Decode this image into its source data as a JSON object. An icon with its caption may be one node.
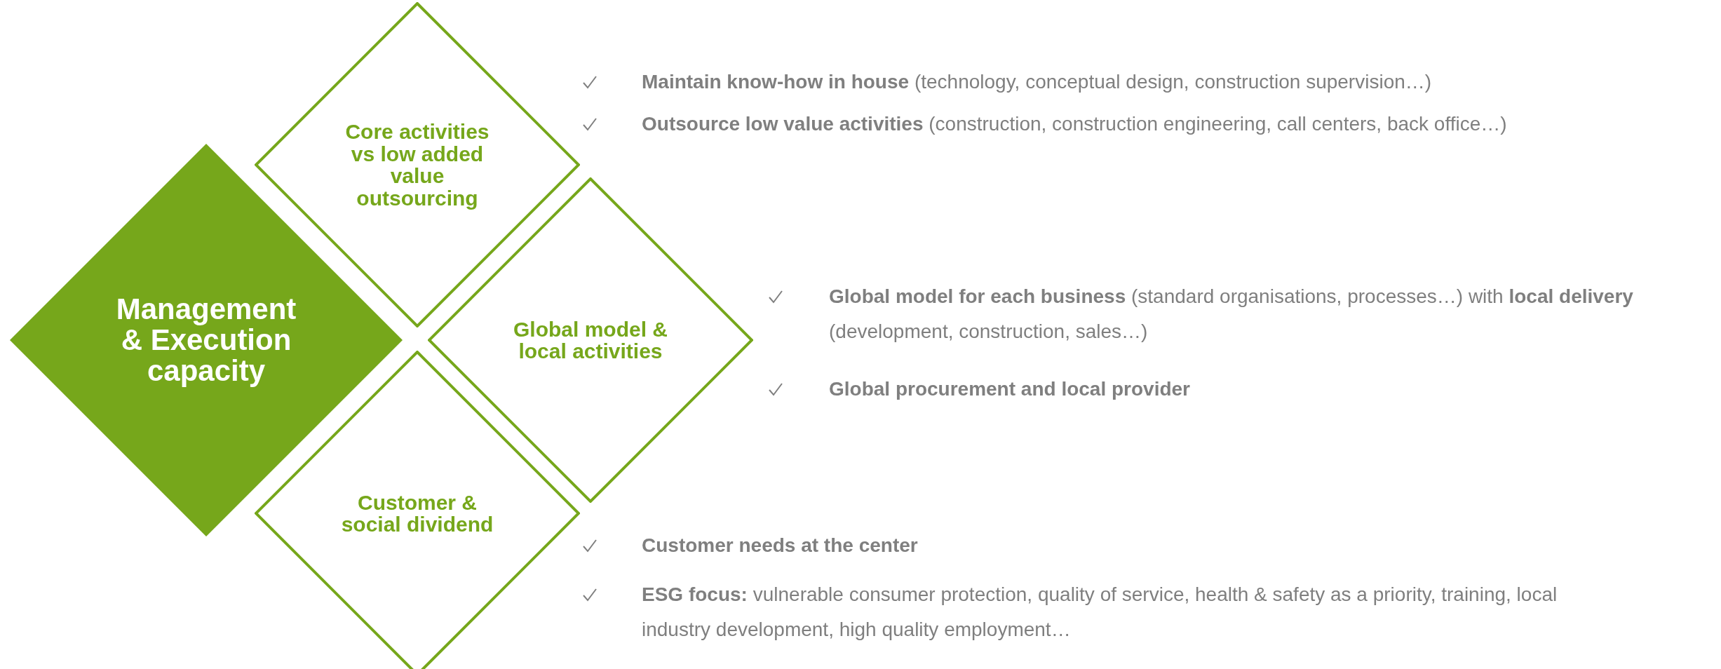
{
  "diagram": {
    "nodes": [
      {
        "text": [
          "Management & Execution capacity"
        ]
      },
      {
        "text": [
          "Core activities vs low added value outsourcing"
        ],
        "beside": [
          "**Maintain know-how in house** (technology, conceptual design, construction supervision…)",
          "**Outsource low value activities** (construction, construction engineering, call centers, back office…)"
        ]
      },
      {
        "text": [
          "Global model & local activities"
        ],
        "beside": [
          "**Global model for each business** (standard organisations, processes…) with **local delivery** (development, construction, sales…)",
          "**Global procurement and local provider**"
        ]
      },
      {
        "text": [
          "Customer & social dividend"
        ],
        "beside": [
          "**Customer needs at the center**",
          "**ESG focus:** vulnerable consumer protection, quality of service, health & safety as a priority, training, local industry development, high quality employment…"
        ]
      }
    ],
    "edges": []
  }
}
